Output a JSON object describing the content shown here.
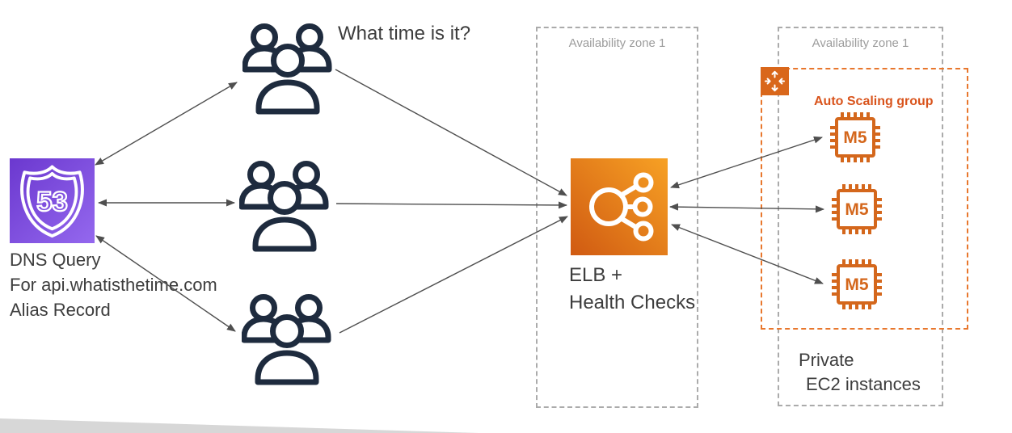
{
  "diagram": {
    "route53": {
      "icon_label": "53",
      "caption_lines": [
        "DNS Query",
        "For api.whatisthetime.com",
        "Alias Record"
      ]
    },
    "user_groups": {
      "question": "What time is it?"
    },
    "elb": {
      "caption_line1": "ELB +",
      "caption_line2": "Health Checks"
    },
    "zones": {
      "left_label": "Availability zone 1",
      "right_label": "Availability zone 1"
    },
    "auto_scaling": {
      "label": "Auto Scaling group"
    },
    "instances": [
      {
        "label": "M5"
      },
      {
        "label": "M5"
      },
      {
        "label": "M5"
      }
    ],
    "private_caption": {
      "line1": "Private",
      "line2": "EC2 instances"
    },
    "colors": {
      "route53_purple_dark": "#6b38cf",
      "route53_purple_light": "#9468ee",
      "elb_orange_dark": "#d05a12",
      "elb_orange_light": "#f7a124",
      "instance_orange": "#d4671c",
      "asg_border_orange": "#e8772d",
      "asg_text_orange": "#d9541c",
      "zone_border_gray": "#ababab",
      "zone_label_gray": "#9c9c9c",
      "caption_dark": "#3d3d3d",
      "users_navy": "#1e2b3e",
      "arrow_gray": "#4f4f4f"
    }
  }
}
